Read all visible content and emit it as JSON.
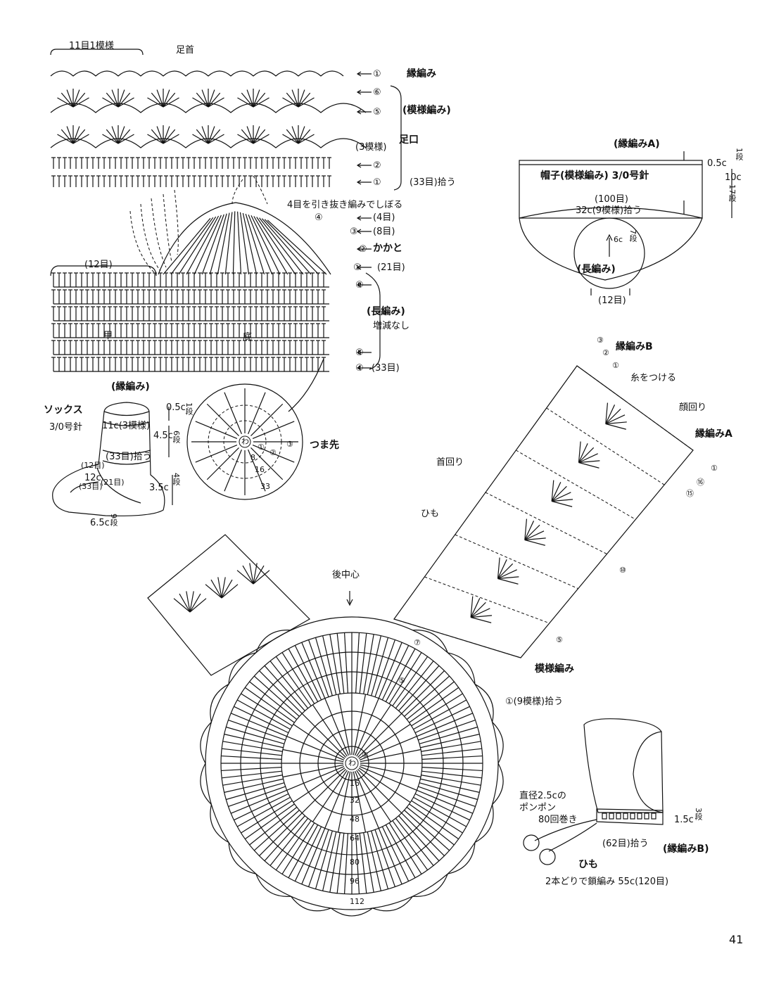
{
  "top_chart": {
    "repeat_label": "11目1模様",
    "ankle": "足首",
    "edge_label": "縁編み",
    "pattern_label": "(模様編み)",
    "repeats_3": "(3模様)",
    "cuff": "足口",
    "pickup_33": "(33目)拾う",
    "row_markers": [
      "①",
      "⑥",
      "⑤",
      "②",
      "①"
    ],
    "heel_note": "4目を引き抜き編みでしぼる",
    "heel_rows": [
      "④",
      "③",
      "②",
      "①"
    ],
    "heel_counts": [
      "(4目)",
      "(8目)",
      "(21目)"
    ],
    "heel": "かかと",
    "sole_rows": [
      "⑨",
      "⑤",
      "④"
    ],
    "dc_label": "(長編み)",
    "no_change": "増減なし",
    "count_33": "(33目)",
    "count_12": "(12目)",
    "instep": "甲",
    "sole": "底"
  },
  "socks": {
    "title": "ソックス",
    "needle": "3/0号針",
    "edge": "(縁編み)",
    "dim_05": "0.5c",
    "rows_1": "1段",
    "cuff_dim": "11c(3模様)",
    "dim_45": "4.5c",
    "rows_6": "6段",
    "pick_33": "(33目)拾う",
    "c12": "(12目)",
    "dim_12c": "12c",
    "c33": "(33目)",
    "c21": "(21目)",
    "dim_35": "3.5c",
    "rows_4": "4段",
    "dim_65": "6.5c",
    "rows_9": "9段"
  },
  "toe": {
    "label": "つま先",
    "center": "わ",
    "rounds": [
      "①",
      "②",
      "③"
    ],
    "counts": [
      "8",
      "16",
      "33"
    ]
  },
  "hat_box": {
    "edge_a": "(縁編みA)",
    "title": "帽子(模様編み) 3/0号針",
    "count_100": "(100目)",
    "pickup": "32c(9模様)拾う",
    "dim_05": "0.5c",
    "rows_1": "1段",
    "dim_10": "10c",
    "rows_17": "17段",
    "crown_dim": "6c",
    "crown_rows": "7段",
    "crown_label": "(長編み)",
    "crown_count": "(12目)"
  },
  "hat_chart": {
    "edge_b": "縁編みB",
    "edge_b_rows": [
      "③",
      "②",
      "①"
    ],
    "attach_yarn": "糸をつける",
    "face_edge": "顔回り",
    "edge_a": "縁編みA",
    "right_rows": [
      "①",
      "⑯",
      "⑮",
      "⑩",
      "⑤"
    ],
    "neck": "首回り",
    "tie": "ひも",
    "back_center": "後中心",
    "pattern": "模様編み",
    "pickup_9": "①(9模様)拾う",
    "inner_rows": [
      "⑦",
      "⑤",
      "①"
    ],
    "center": "わ",
    "crown_counts": [
      "16",
      "32",
      "48",
      "64",
      "80",
      "96",
      "112"
    ]
  },
  "bonnet": {
    "pompom": "直径2.5cの",
    "pompom2": "ポンポン",
    "wind": "80回巻き",
    "dim": "1.5c",
    "rows": "3段",
    "pickup": "(62目)拾う",
    "edge_b": "(縁編みB)",
    "tie": "ひも",
    "tie_desc": "2本どりで鎖編み 55c(120目)"
  },
  "page_number": "41"
}
